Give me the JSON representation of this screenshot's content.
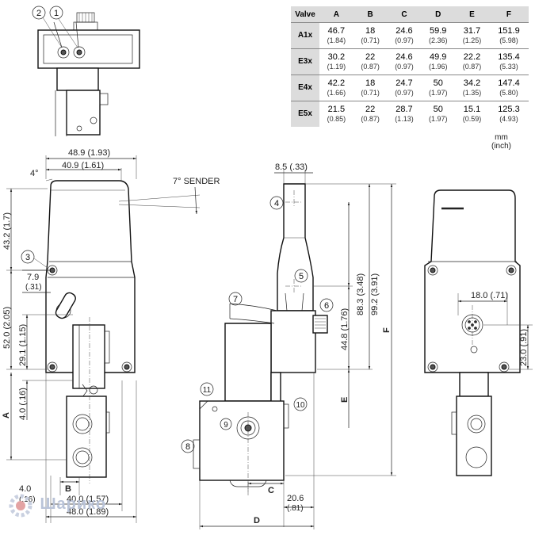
{
  "table": {
    "header": [
      "Valve",
      "A",
      "B",
      "C",
      "D",
      "E",
      "F"
    ],
    "rows": [
      {
        "valve": "A1x",
        "cells": [
          [
            "46.7",
            "(1.84)"
          ],
          [
            "18",
            "(0.71)"
          ],
          [
            "24.6",
            "(0.97)"
          ],
          [
            "59.9",
            "(2.36)"
          ],
          [
            "31.7",
            "(1.25)"
          ],
          [
            "151.9",
            "(5.98)"
          ]
        ]
      },
      {
        "valve": "E3x",
        "cells": [
          [
            "30.2",
            "(1.19)"
          ],
          [
            "22",
            "(0.87)"
          ],
          [
            "24.6",
            "(0.97)"
          ],
          [
            "49.9",
            "(1.96)"
          ],
          [
            "22.2",
            "(0.87)"
          ],
          [
            "135.4",
            "(5.33)"
          ]
        ]
      },
      {
        "valve": "E4x",
        "cells": [
          [
            "42.2",
            "(1.66)"
          ],
          [
            "18",
            "(0.71)"
          ],
          [
            "24.7",
            "(0.97)"
          ],
          [
            "50",
            "(1.97)"
          ],
          [
            "34.2",
            "(1.35)"
          ],
          [
            "147.4",
            "(5.80)"
          ]
        ]
      },
      {
        "valve": "E5x",
        "cells": [
          [
            "21.5",
            "(0.85)"
          ],
          [
            "22",
            "(0.87)"
          ],
          [
            "28.7",
            "(1.13)"
          ],
          [
            "50",
            "(1.97)"
          ],
          [
            "15.1",
            "(0.59)"
          ],
          [
            "125.3",
            "(4.93)"
          ]
        ]
      }
    ],
    "units": {
      "primary": "mm",
      "secondary": "(inch)"
    }
  },
  "dimensions": {
    "w_48_9": "48.9 (1.93)",
    "w_40_9": "40.9 (1.61)",
    "angle_4": "4°",
    "sender": "7° SENDER",
    "h_43_2": "43.2 (1.7)",
    "h_7_9": "7.9",
    "h_7_9_in": "(.31)",
    "h_52_0": "52.0 (2.05)",
    "h_29_1": "29.1 (1.15)",
    "h_4_0": "4.0 (.16)",
    "w_4_0": "4.0",
    "w_4_0_in": "(.16)",
    "w_40_0": "40.0 (1.57)",
    "w_48_0": "48.0 (1.89)",
    "w_8_5": "8.5 (.33)",
    "h_88_3": "88.3 (3.48)",
    "h_99_2": "99.2 (3.91)",
    "h_44_8": "44.8 (1.76)",
    "w_20_6": "20.6",
    "w_20_6_in": "(.81)",
    "w_18_0": "18.0 (.71)",
    "h_23_0": "23.0 (.91)"
  },
  "letters": {
    "A": "A",
    "B": "B",
    "C": "C",
    "D": "D",
    "E": "E",
    "F": "F"
  },
  "callouts": {
    "c1": "1",
    "c2": "2",
    "c3": "3",
    "c4": "4",
    "c5": "5",
    "c6": "6",
    "c7": "7",
    "c8": "8",
    "c9": "9",
    "c10": "10",
    "c11": "11"
  },
  "watermark": {
    "text": "Шарико",
    "icon": "gear-icon"
  }
}
